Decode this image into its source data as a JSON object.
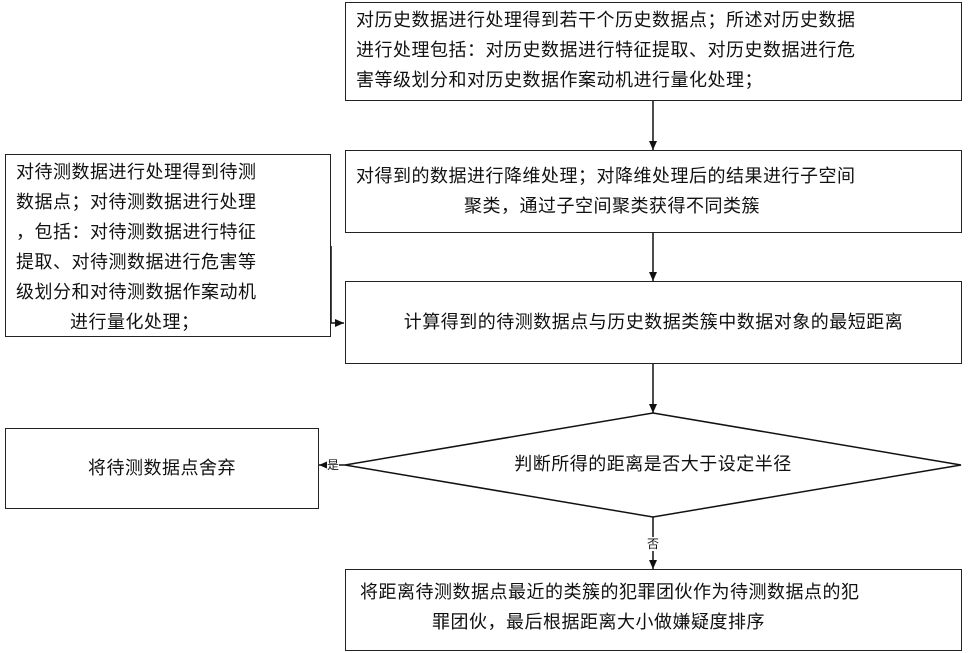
{
  "flowchart": {
    "history_process": {
      "lines": [
        "对历史数据进行处理得到若干个历史数据点；所述对历史数据",
        "进行处理包括：对历史数据进行特征提取、对历史数据进行危",
        "害等级划分和对历史数据作案动机进行量化处理；"
      ]
    },
    "dim_reduction": {
      "lines": [
        "对得到的数据进行降维处理；对降维处理后的结果进行子空间",
        "聚类，通过子空间聚类获得不同类簇"
      ]
    },
    "test_process": {
      "lines": [
        "对待测数据进行处理得到待测",
        "数据点；对待测数据进行处理",
        "，包括：对待测数据进行特征",
        "提取、对待测数据进行危害等",
        "级划分和对待测数据作案动机",
        "进行量化处理；"
      ]
    },
    "compute_distance": {
      "text": "计算得到的待测数据点与历史数据类簇中数据对象的最短距离"
    },
    "decision": {
      "text": "判断所得的距离是否大于设定半径"
    },
    "discard": {
      "text": "将待测数据点舍弃"
    },
    "assign": {
      "lines": [
        "将距离待测数据点最近的类簇的犯罪团伙作为待测数据点的犯",
        "罪团伙，最后根据距离大小做嫌疑度排序"
      ]
    },
    "labels": {
      "yes": "是",
      "no": "否"
    }
  }
}
